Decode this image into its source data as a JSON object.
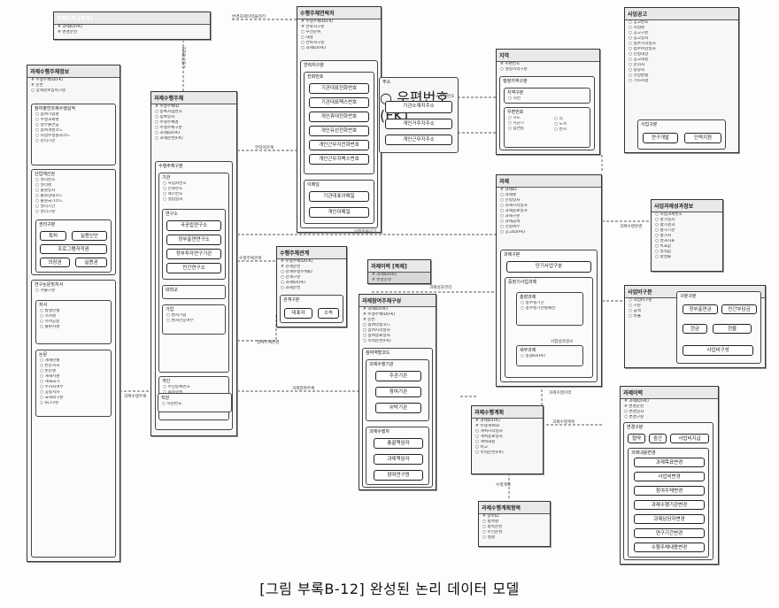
{
  "caption": "[그림 부록B-12] 완성된 논리 데이터 모델",
  "entities": {
    "top_left": {
      "title": "과제이력 [복제]",
      "attrs": [
        "# 과제ID(FK)",
        "# 변경순번"
      ]
    },
    "left_main": {
      "title": "과제수행주체정보",
      "attrs": [
        "# 수행주체ID(FK)",
        "# 순번",
        "○ 상세정보입력구분"
      ]
    },
    "left_sub1": {
      "title": "참여출연과제수행실적",
      "attrs": [
        "○ 참여기업명",
        "○ 수행과제명",
        "○ 정부출연금",
        "○ 참여개발코드",
        "○ 사업수행결과코드",
        "○ 관리기관"
      ]
    },
    "left_sub2": {
      "title": "산업재산권",
      "attrs": [
        "○ 권리번호",
        "○ 권리명",
        "○ 출원일자",
        "○ 출원상태코드",
        "○ 출원국가코드",
        "○ 권리기간",
        "○ 권리구분"
      ]
    },
    "left_rights": {
      "title": "권리구분",
      "buttons": [
        "특허",
        "실용신안",
        "프로그램저작권",
        "의장권",
        "실용권"
      ]
    },
    "left_paper": {
      "title": "연구논문및저서",
      "attrs": [
        "○ 저술구분"
      ]
    },
    "left_paper_book": {
      "title": "저서",
      "attrs": [
        "○ 발행년월",
        "○ 저서명",
        "○ 저서공동",
        "○ 출판사명"
      ]
    },
    "left_paper_thesis": {
      "title": "논문",
      "attrs": [
        "○ 게재년월",
        "○ 논문저자",
        "○ 논문명",
        "○ 게재지명",
        "○ 게재국가",
        "○ 주저자여부",
        "○ 공동저자",
        "○ 국내외구분",
        "○ SCI구분"
      ]
    },
    "performer": {
      "title": "과제수행주체",
      "attrs": [
        "# 수행주체ID",
        "○ 등록사업번호",
        "○ 등록일자",
        "○ 수행주체명",
        "○ 수행주체구분",
        "○ 과제ID(FK)",
        "○ 과제순번(FK)"
      ]
    },
    "performer_type": {
      "title": "수행주체구분"
    },
    "org": {
      "title": "기관",
      "attrs": [
        "○ 사업자번호",
        "○ 전화번호",
        "○ 팩스번호",
        "○ 설립일자"
      ]
    },
    "institute": {
      "title": "연구소",
      "buttons": [
        "국공립연구소",
        "정부출연연구소",
        "정부투자연구기관",
        "민간연구소"
      ]
    },
    "university": {
      "title": "대학교"
    },
    "company": {
      "title": "기업",
      "attrs": [
        "○ 벤처기업",
        "○ 벤처인증여부"
      ]
    },
    "person": {
      "title": "개인",
      "attrs": [
        "○ 주민등록번호",
        "○ 최종학위",
        "○ 학위명",
        "○ 전공명",
        "○ 학위명"
      ]
    },
    "staff": {
      "title": "직원",
      "attrs": [
        "○ 사원번호"
      ]
    },
    "contact": {
      "title": "수행주체연락처",
      "attrs": [
        "# 수행주체ID(FK)",
        "# 연락처구분",
        "○ 우선순위",
        "○ 내용",
        "○ 연락처구분",
        "○ 과제ID(FK)"
      ]
    },
    "contact_type": {
      "title": "연락처구분"
    },
    "phone": {
      "title": "전화번호",
      "buttons": [
        "기관대표전화번호",
        "기관대표팩스번호",
        "개인휴대전화번호",
        "개인유선전화번호",
        "개인근무지전화번호",
        "개인근무지팩스번호"
      ]
    },
    "email": {
      "title": "이메일",
      "buttons": [
        "기관대표이메일",
        "개인이메일"
      ]
    },
    "address": {
      "title": "주소",
      "attrs": [
        "○ 우편번호(FK)"
      ],
      "buttons": [
        "기관소재지주소",
        "개인거주지주소",
        "개인근무지주소"
      ]
    },
    "region": {
      "title": "지역",
      "attrs": [
        "# 우편번호",
        "○ 행정지역구분"
      ]
    },
    "region_type": {
      "title": "행정지역구분"
    },
    "region_code": {
      "title": "지역구분",
      "attrs": [
        "○ 지번"
      ]
    },
    "zipcode": {
      "title": "우편번호",
      "attrs": [
        "○ 시도",
        "○ 시군구",
        "○ 읍면동",
        "○ 리",
        "○ 도서",
        "○ 번지"
      ]
    },
    "notice": {
      "title": "사업공고",
      "attrs": [
        "○ 공고번호",
        "○ 사업명",
        "○ 공고구분",
        "○ 공고일자",
        "○ 접수시작일자",
        "○ 접수마감일자",
        "○ 신청대상",
        "○ 공고내용",
        "○ 문의처",
        "○ 담당자",
        "○ 선정방법",
        "○ 기타사항"
      ]
    },
    "notice_type": {
      "title": "사업구분",
      "buttons": [
        "연구개발",
        "인력지원"
      ]
    },
    "rel_relation": {
      "title": "수행주체관계",
      "attrs": [
        "# 수행주체ID(FK)",
        "# 관계순번",
        "○ 관계수행주체ID",
        "○ 관계구분",
        "○ 과제ID(FK)",
        "○ 과제순번"
      ]
    },
    "rel_type": {
      "title": "관계구분",
      "buttons": [
        "대표자",
        "소속"
      ]
    },
    "history_copy": {
      "title": "과제이력 [복제]",
      "attrs": [
        "# 과제ID(FK)",
        "# 변경순번"
      ]
    },
    "participant": {
      "title": "과제참여주체구성",
      "attrs": [
        "# 과제ID(FK)",
        "# 수행주체ID(FK)",
        "# 순번",
        "○ 참여역할코드",
        "○ 참여시작일자",
        "○ 참여종료일자",
        "○ 이력순번(FK)"
      ]
    },
    "role": {
      "title": "참여역할코드"
    },
    "role_org": {
      "title": "과제수행기관",
      "buttons": [
        "주관기관",
        "참여기관",
        "위탁기관"
      ]
    },
    "role_person": {
      "title": "과제수행자",
      "buttons": [
        "총괄책임자",
        "과제책임자",
        "참여연구원"
      ]
    },
    "project": {
      "title": "과제",
      "attrs": [
        "# 과제ID",
        "○ 과제명",
        "○ 신청일자",
        "○ 과제시작일자",
        "○ 과제종료일자",
        "○ 과제구분",
        "○ 과제금액",
        "○ 선정여부",
        "○ 공고ID(FK)"
      ]
    },
    "project_type": {
      "title": "과제구분",
      "buttons": [
        "단기사업구분"
      ]
    },
    "project_mid": {
      "title": "중장기사업과제"
    },
    "project_total": {
      "title": "총괄과제",
      "attrs": [
        "○ 총수행기간",
        "○ 총수행기관별예산"
      ]
    },
    "project_detail": {
      "title": "세부과제",
      "attrs": [
        "○ 총괄ID(FK)"
      ]
    },
    "review": {
      "title": "사업과제성과정보",
      "attrs": [
        "○ 사업과제번호",
        "○ 평가일자",
        "○ 평가결과",
        "○ 평가기관",
        "○ 평가자",
        "○ 성과지표",
        "○ 목표값",
        "○ 실적값",
        "○ 달성률"
      ]
    },
    "review2": {
      "title": "사업비구분",
      "attrs": [
        "○ 사업비구분",
        "○ 구분",
        "○ 금액",
        "○ 비율"
      ]
    },
    "review2_inner": {
      "title": "구분구분",
      "buttons": [
        "정부출연금",
        "민간부담금",
        "현금",
        "현물"
      ]
    },
    "review2_sub": {
      "title": "사업비구성"
    },
    "fee": {
      "title": "과제수행계획",
      "attrs": [
        "# 과제ID(FK)",
        "# 수행계획ID",
        "○ 계획시작일자",
        "○ 계획종료일자",
        "○ 계획내용",
        "○ 비고",
        "○ 이력순번(FK)"
      ]
    },
    "fee2": {
      "title": "과제수행계획항목",
      "attrs": [
        "# 항목ID",
        "○ 항목명",
        "○ 항목순번",
        "○ 우선순위",
        "○ 설명"
      ]
    },
    "history": {
      "title": "과제이력",
      "attrs": [
        "# 과제ID(FK)",
        "# 변경순번",
        "○ 변경일자",
        "○ 변경구분"
      ]
    },
    "history_type": {
      "title": "변경구분",
      "buttons": [
        "협약",
        "중간",
        "사업비지급"
      ]
    },
    "history_sub": {
      "title": "과제내용변경",
      "buttons": [
        "과제목표변경",
        "사업비변경",
        "참여주체변경",
        "과제수행기관변경",
        "과제담당자변경",
        "연구기간변경",
        "수행주체내용변경"
      ]
    }
  },
  "rel_labels": [
    "변경과제이력을정리",
    "수행주체정보",
    "수행주체관계",
    "주소우편번호",
    "신청지원공고",
    "과제수행변경",
    "연락처관계",
    "과제참여주체",
    "과제수행계획",
    "사업성과정보",
    "과제수행주체",
    "과제성과관리",
    "참여주체변경",
    "수행계획",
    "과제수행이력"
  ]
}
